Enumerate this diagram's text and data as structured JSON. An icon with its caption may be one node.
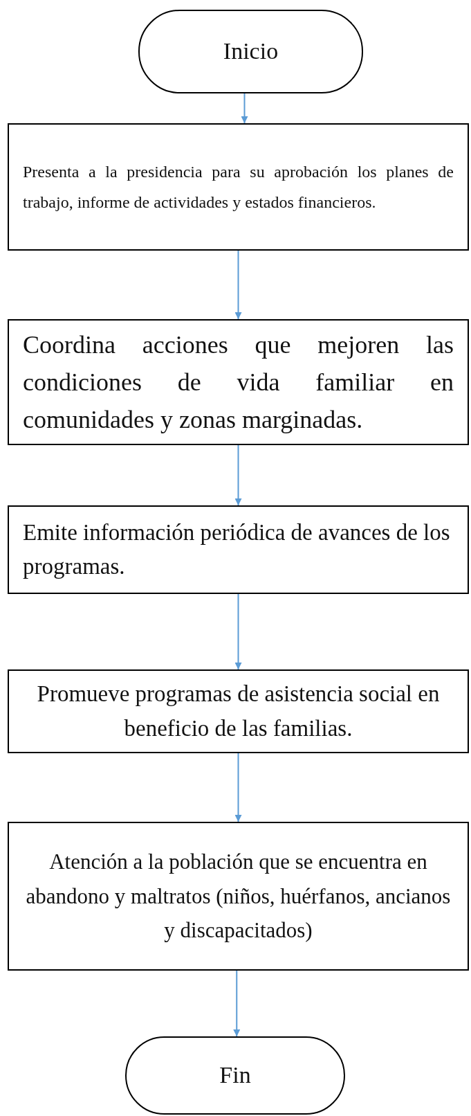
{
  "diagram": {
    "nodes": [
      {
        "text": [
          "Inicio"
        ]
      },
      {
        "text": [
          "Presenta a la presidencia para su aprobación los planes de trabajo, informe de actividades y estados financieros."
        ]
      },
      {
        "text": [
          "Coordina acciones que mejoren las condiciones de vida familiar en comunidades y zonas marginadas."
        ]
      },
      {
        "text": [
          "Emite información periódica de avances de los programas."
        ]
      },
      {
        "text": [
          "Promueve programas de asistencia social en beneficio de las familias."
        ]
      },
      {
        "text": [
          "Atención a la población que se encuentra en abandono y maltratos (niños, huérfanos, ancianos y discapacitados)"
        ]
      },
      {
        "text": [
          "Fin"
        ]
      }
    ],
    "edges": [
      {
        "from": 0,
        "to": 1,
        "arrow": "to",
        "color": "#5b9bd5"
      },
      {
        "from": 1,
        "to": 2,
        "arrow": "to",
        "color": "#5b9bd5"
      },
      {
        "from": 2,
        "to": 3,
        "arrow": "to",
        "color": "#5b9bd5"
      },
      {
        "from": 3,
        "to": 4,
        "arrow": "to",
        "color": "#5b9bd5"
      },
      {
        "from": 4,
        "to": 5,
        "arrow": "to",
        "color": "#5b9bd5"
      },
      {
        "from": 5,
        "to": 6,
        "arrow": "to",
        "color": "#5b9bd5"
      }
    ]
  }
}
